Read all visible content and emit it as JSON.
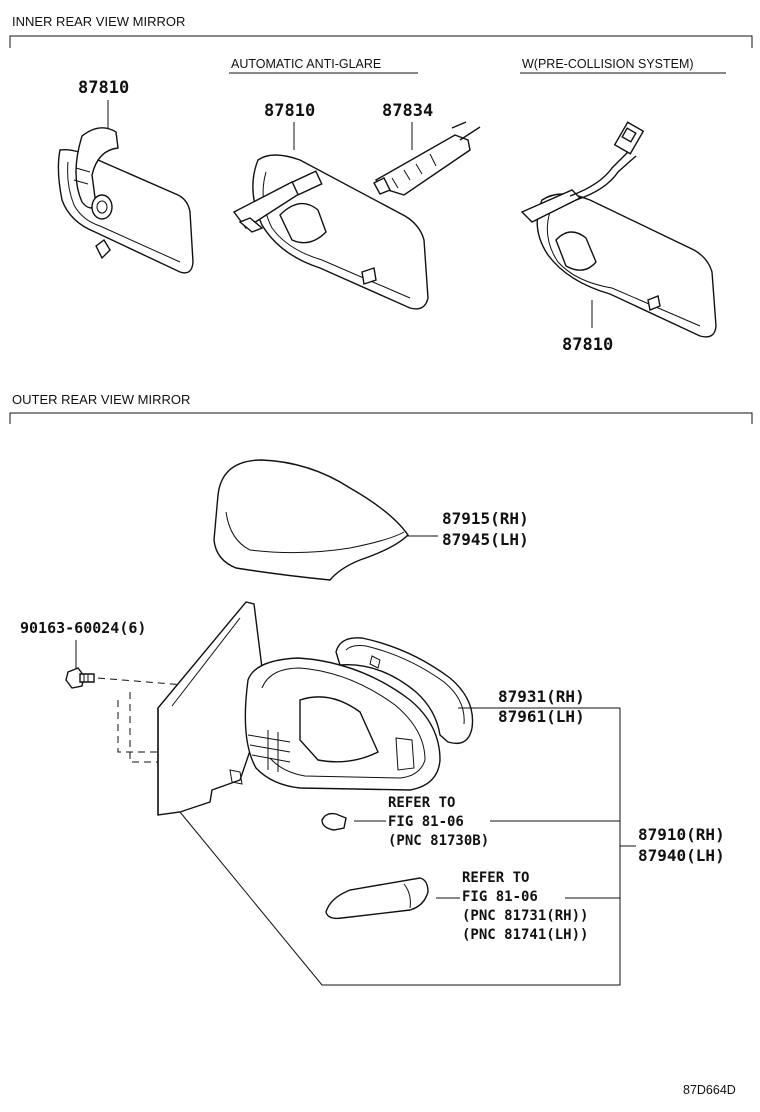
{
  "sections": {
    "inner": {
      "title": "INNER REAR VIEW MIRROR"
    },
    "outer": {
      "title": "OUTER REAR VIEW MIRROR"
    }
  },
  "inner": {
    "variant_auto": "AUTOMATIC ANTI-GLARE",
    "variant_pcs": "W(PRE-COLLISION SYSTEM)",
    "part_basic": "87810",
    "part_auto": "87810",
    "part_auto_sensor": "87834",
    "part_pcs": "87810"
  },
  "outer": {
    "cover_rh": "87915(RH)",
    "cover_lh": "87945(LH)",
    "screw": "90163-60024(6)",
    "housing_rh": "87931(RH)",
    "housing_lh": "87961(LH)",
    "assy_rh": "87910(RH)",
    "assy_lh": "87940(LH)",
    "ref1_line1": "REFER TO",
    "ref1_line2": "FIG 81-06",
    "ref1_line3": "(PNC 81730B)",
    "ref2_line1": "REFER TO",
    "ref2_line2": "FIG 81-06",
    "ref2_line3": "(PNC 81731(RH))",
    "ref2_line4": "(PNC 81741(LH))"
  },
  "figure_code": "87D664D"
}
